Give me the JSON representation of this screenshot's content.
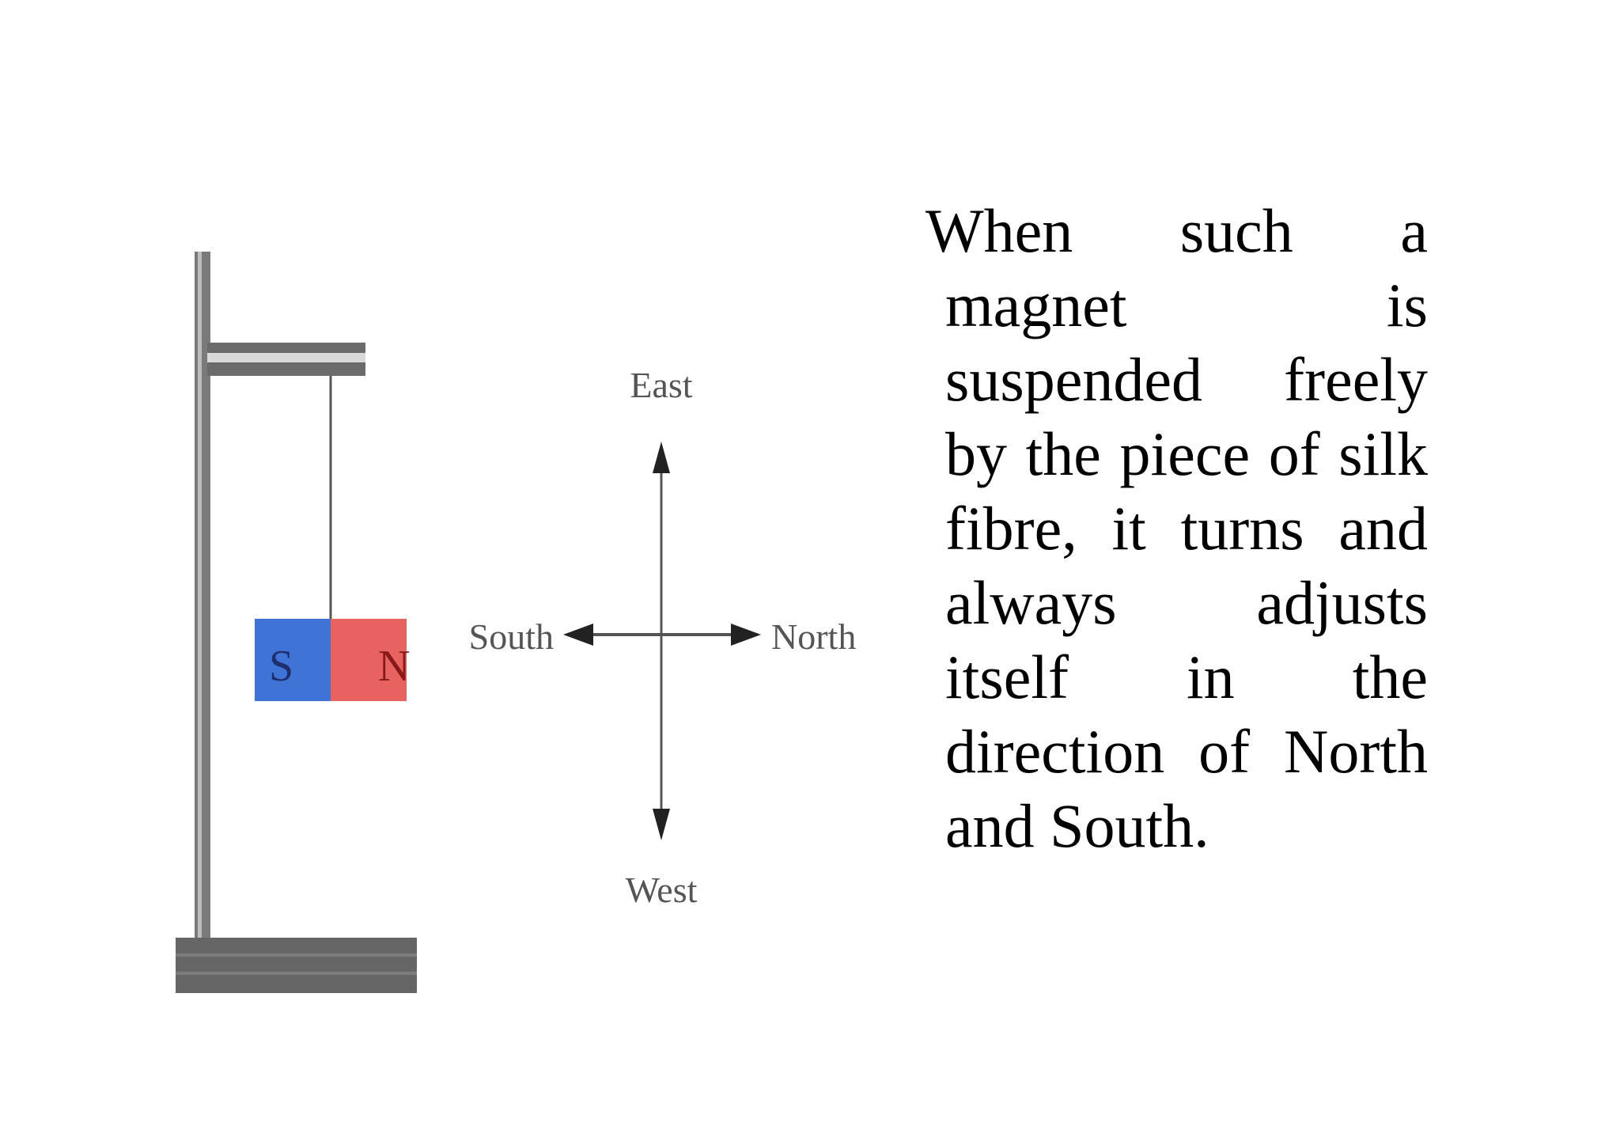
{
  "diagram": {
    "magnet": {
      "south_pole_label": "S",
      "north_pole_label": "N",
      "colors": {
        "south_pole": "#3f74d6",
        "north_pole": "#e8625f",
        "stand": "#6b6b6b"
      }
    },
    "compass": {
      "east_label": "East",
      "west_label": "West",
      "south_label": "South",
      "north_label": "North"
    }
  },
  "caption": {
    "lines": [
      "When such a",
      "magnet is",
      "suspended freely",
      "by the piece of silk",
      "fibre, it turns and",
      "always adjusts",
      "itself in the",
      "direction of North",
      "and South."
    ]
  }
}
